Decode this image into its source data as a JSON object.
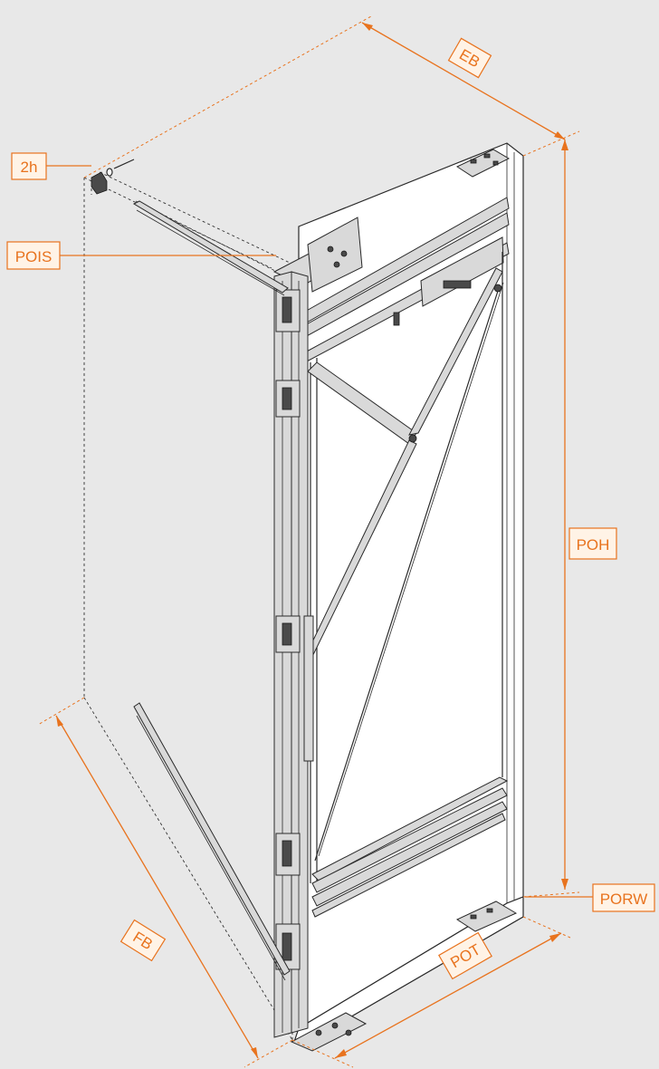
{
  "labels": {
    "eb": "EB",
    "h2": "2h",
    "pois": "POIS",
    "poh": "POH",
    "porw": "PORW",
    "fb": "FB",
    "pot": "POT"
  },
  "colors": {
    "accent": "#e8731e",
    "background": "#e8e8e8",
    "line": "#2a2a2a"
  }
}
